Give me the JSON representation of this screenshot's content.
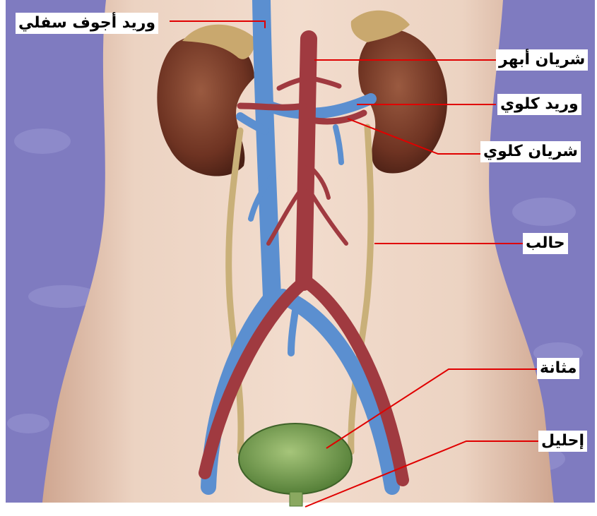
{
  "labels": {
    "ivc": "وريد أجوف سفلي",
    "aorta": "شريان أبهر",
    "renal_vein": "وريد كلوي",
    "renal_artery": "شريان كلوي",
    "ureter": "حالب",
    "bladder": "مثانة",
    "urethra": "إحليل"
  },
  "colors": {
    "background": "#7f7bc0",
    "skin": "#ecd2c0",
    "kidney": "#7b3a26",
    "vein": "#5b8fd0",
    "artery": "#a03a40",
    "ureter": "#c9b079",
    "bladder": "#82a85a",
    "leader_line": "#e00000"
  }
}
